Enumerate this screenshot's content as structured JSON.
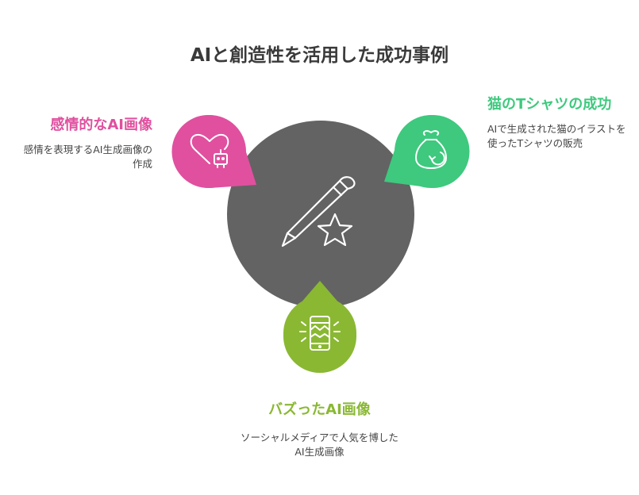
{
  "title": "AIと創造性を活用した成功事例",
  "colors": {
    "center": "#636363",
    "pink": "#e0509f",
    "green": "#3ec97e",
    "lime": "#8ab833",
    "icon_stroke": "#ffffff"
  },
  "center": {
    "icon": "pencil-star-icon"
  },
  "items": [
    {
      "title": "感情的なAI画像",
      "description": "感情を表現するAI生成画像の作成",
      "icon": "heart-robot-icon"
    },
    {
      "title": "猫のTシャツの成功",
      "description": "AIで生成された猫のイラストを使ったTシャツの販売",
      "icon": "money-bag-icon"
    },
    {
      "title": "バズったAI画像",
      "description": "ソーシャルメディアで人気を博したAI生成画像",
      "icon": "viral-phone-icon"
    }
  ]
}
